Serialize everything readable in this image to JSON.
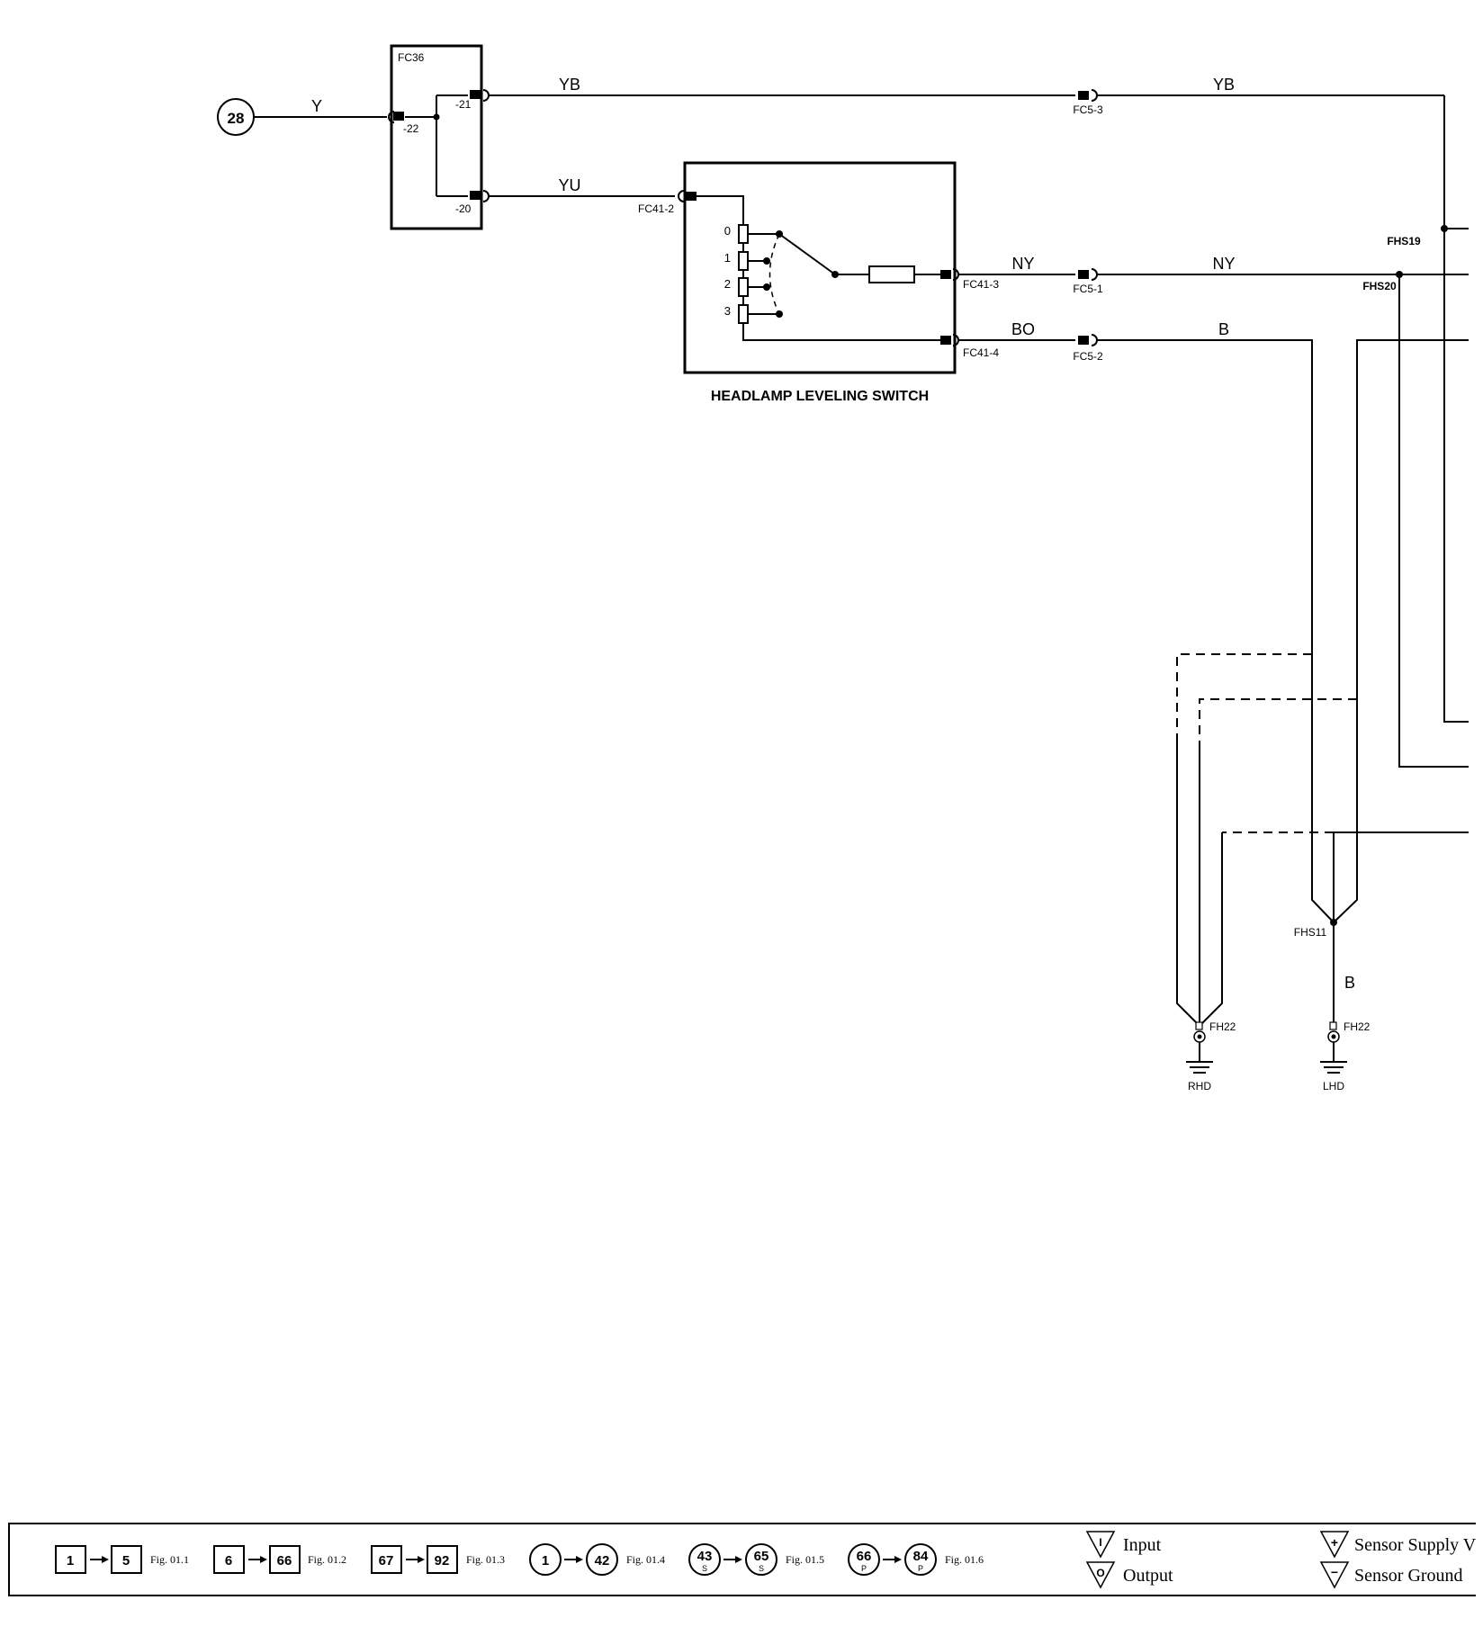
{
  "diagram": {
    "start_circle": "28",
    "module_fc36": {
      "name": "FC36",
      "pin_in": "-22",
      "pin_out_top": "-21",
      "pin_out_bottom": "-20"
    },
    "wires": {
      "y": "Y",
      "yb_left": "YB",
      "yb_right": "YB",
      "yu": "YU",
      "ny_left": "NY",
      "ny_right": "NY",
      "bo": "BO",
      "b_top": "B",
      "b_ground": "B"
    },
    "connectors": {
      "fc5_3": "FC5-3",
      "fc41_2": "FC41-2",
      "fc41_3": "FC41-3",
      "fc41_4": "FC41-4",
      "fc5_1": "FC5-1",
      "fc5_2": "FC5-2"
    },
    "splices": {
      "fhs19": "FHS19",
      "fhs20": "FHS20",
      "fhs11": "FHS11"
    },
    "switch": {
      "title": "HEADLAMP LEVELING SWITCH",
      "positions": [
        "0",
        "1",
        "2",
        "3"
      ]
    },
    "grounds": [
      {
        "id": "FH22",
        "variant": "RHD"
      },
      {
        "id": "FH22",
        "variant": "LHD"
      }
    ]
  },
  "legend": {
    "ranges": [
      {
        "from": "1",
        "to": "5",
        "fig": "Fig. 01.1",
        "shape": "square"
      },
      {
        "from": "6",
        "to": "66",
        "fig": "Fig. 01.2",
        "shape": "square"
      },
      {
        "from": "67",
        "to": "92",
        "fig": "Fig. 01.3",
        "shape": "square"
      },
      {
        "from": "1",
        "to": "42",
        "fig": "Fig. 01.4",
        "shape": "circle"
      },
      {
        "from": "43",
        "to": "65",
        "fig": "Fig. 01.5",
        "shape": "circle",
        "sub": "S"
      },
      {
        "from": "66",
        "to": "84",
        "fig": "Fig. 01.6",
        "shape": "circle",
        "sub": "P"
      }
    ],
    "symbols": [
      {
        "mark": "I",
        "label": "Input"
      },
      {
        "mark": "O",
        "label": "Output"
      },
      {
        "mark": "+",
        "label": "Sensor Supply V"
      },
      {
        "mark": "−",
        "label": "Sensor Ground"
      }
    ]
  }
}
